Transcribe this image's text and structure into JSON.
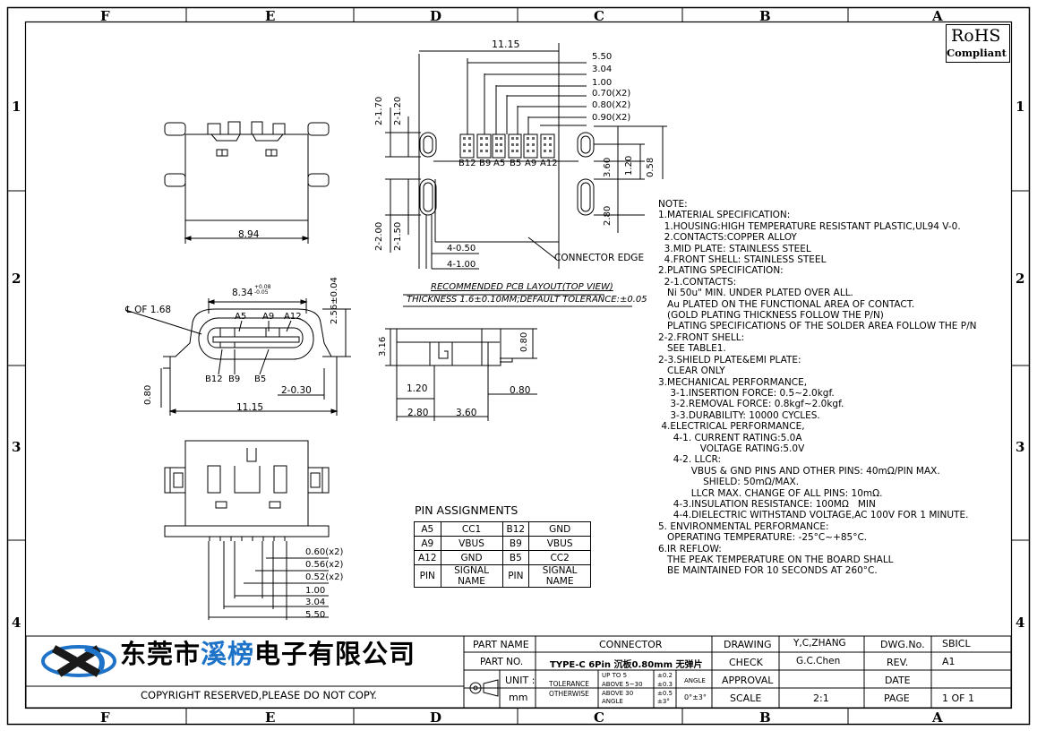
{
  "border": {
    "col_labels": [
      "F",
      "E",
      "D",
      "C",
      "B",
      "A"
    ],
    "row_labels": [
      "1",
      "2",
      "3",
      "4"
    ]
  },
  "rohs": {
    "line1": "RoHS",
    "line2": "Compliant"
  },
  "dims": {
    "pcb_top": [
      "11.15",
      "5.50",
      "3.04",
      "1.00",
      "0.70(X2)",
      "0.80(X2)",
      "0.90(X2)"
    ],
    "pcb_left": [
      "2-1.70",
      "2-1.20",
      "2-2.00",
      "2-1.50"
    ],
    "pcb_right": [
      "3.60",
      "1.20",
      "0.58",
      "2.80"
    ],
    "pcb_bottom": [
      "4-0.50",
      "4-1.00"
    ],
    "pcb_pins": [
      "B12",
      "B9",
      "A5",
      "B5",
      "A9",
      "A12"
    ],
    "connector_edge": "CONNECTOR EDGE",
    "pcb_caption1": "RECOMMENDED PCB LAYOUT(TOP VIEW)",
    "pcb_caption2": "THICKNESS 1.6±0.10MM;DEFAULT TOLERANCE:±0.05",
    "top_width": "8.94",
    "front_width": "8.34",
    "front_width_tol": "+0.08\n-0.05",
    "front_height": "2.56±0.04",
    "front_cl": "℄ OF 1.68",
    "front_pins_top": [
      "A5",
      "A9",
      "A12"
    ],
    "front_pins_bot": [
      "B12",
      "B9",
      "B5"
    ],
    "front_0_80": "0.80",
    "front_2_030": "2-0.30",
    "front_11_15": "11.15",
    "side_3_16": "3.16",
    "side_0_80a": "0.80",
    "side_1_20": "1.20",
    "side_0_80b": "0.80",
    "side_2_80": "2.80",
    "side_3_60": "3.60",
    "bottom_dims": [
      "0.60(x2)",
      "0.56(x2)",
      "0.52(x2)",
      "1.00",
      "3.04",
      "5.50"
    ]
  },
  "pin_table": {
    "title": "PIN  ASSIGNMENTS",
    "rows": [
      [
        "A5",
        "CC1",
        "B12",
        "GND"
      ],
      [
        "A9",
        "VBUS",
        "B9",
        "VBUS"
      ],
      [
        "A12",
        "GND",
        "B5",
        "CC2"
      ],
      [
        "PIN",
        "SIGNAL NAME",
        "PIN",
        "SIGNAL NAME"
      ]
    ]
  },
  "notes": [
    "NOTE:",
    "1.MATERIAL SPECIFICATION:",
    "  1.HOUSING:HIGH TEMPERATURE RESISTANT PLASTIC,UL94 V-0.",
    "  2.CONTACTS:COPPER ALLOY",
    "  3.MID PLATE: STAINLESS STEEL",
    "  4.FRONT SHELL: STAINLESS STEEL",
    "2.PLATING SPECIFICATION:",
    "  2-1.CONTACTS:",
    "   Ni 50u\" MIN. UNDER PLATED OVER ALL.",
    "   Au PLATED ON THE FUNCTIONAL AREA OF CONTACT.",
    "   (GOLD PLATING THICKNESS FOLLOW THE P/N)",
    "   PLATING SPECIFICATIONS OF THE SOLDER AREA FOLLOW THE P/N",
    "2-2.FRONT SHELL:",
    "   SEE TABLE1.",
    "2-3.SHIELD PLATE&EMI PLATE:",
    "   CLEAR ONLY",
    "3.MECHANICAL PERFORMANCE,",
    "    3-1.INSERTION FORCE: 0.5~2.0kgf.",
    "    3-2.REMOVAL FORCE: 0.8kgf~2.0kgf.",
    "    3-3.DURABILITY: 10000 CYCLES.",
    " 4.ELECTRICAL PERFORMANCE,",
    "     4-1. CURRENT RATING:5.0A",
    "              VOLTAGE RATING:5.0V",
    "     4-2. LLCR:",
    "           VBUS & GND PINS AND OTHER PINS: 40mΩ/PIN MAX.",
    "               SHIELD: 50mΩ/MAX.",
    "           LLCR MAX. CHANGE OF ALL PINS: 10mΩ.",
    "     4-3.INSULATION RESISTANCE: 100MΩ   MIN",
    "     4-4.DIELECTRIC WITHSTAND VOLTAGE,AC 100V FOR 1 MINUTE.",
    "5. ENVIRONMENTAL PERFORMANCE:",
    "   OPERATING TEMPERATURE: -25°C~+85°C.",
    "6.IR REFLOW:",
    "   THE PEAK TEMPERATURE ON THE BOARD SHALL",
    "   BE MAINTAINED FOR 10 SECONDS AT 260°C."
  ],
  "title_block": {
    "company_a": "东莞市",
    "company_b": "溪榜",
    "company_c": "电子",
    "company_d": "有限公司",
    "copyright": "COPYRIGHT RESERVED,PLEASE DO NOT COPY.",
    "part_name_label": "PART NAME",
    "part_name": "CONNECTOR",
    "part_no_label": "PART NO.",
    "part_no": "TYPE-C 6Pin 沉板0.80mm  无弹片",
    "unit_label": "UNIT :",
    "unit": "mm",
    "tolerance_label1": "TOLERANCE",
    "tolerance_label2": "OTHERWISE",
    "tol_r1": "UP TO 5",
    "tol_r2": "ABOVE 5~30",
    "tol_r3": "ABOVE 30",
    "tol_r4": "ANGLE",
    "tol_v1": "±0.2",
    "tol_v2": "±0.3",
    "tol_v3": "±0.5",
    "tol_v4": "±3°",
    "angle_label": "ANGLE",
    "angle_value": "0°±3°",
    "drawing_label": "DRAWING",
    "drawing": "Y,C,ZHANG",
    "check_label": "CHECK",
    "check": "G.C.Chen",
    "approval_label": "APPROVAL",
    "scale_label": "SCALE",
    "scale": "2:1",
    "dwg_label": "DWG.No.",
    "dwg": "SBICL",
    "rev_label": "REV.",
    "rev": "A1",
    "date_label": "DATE",
    "page_label": "PAGE",
    "page": "1 OF 1"
  },
  "colors": {
    "brand_blue": "#1e73c8",
    "line": "#000000"
  }
}
